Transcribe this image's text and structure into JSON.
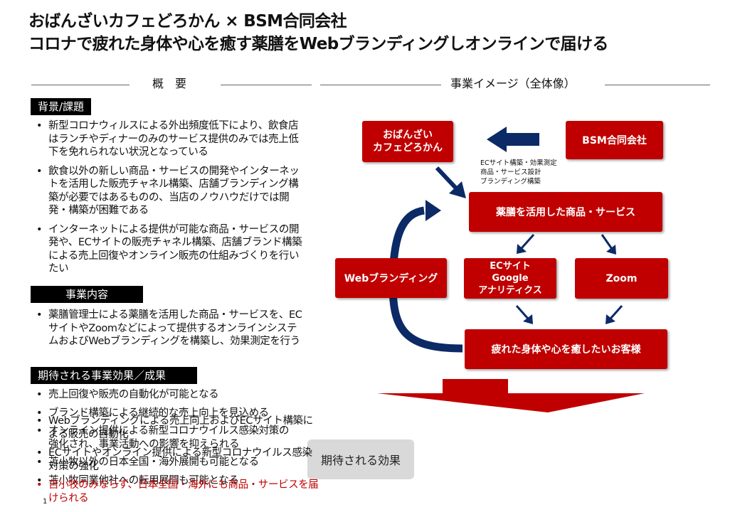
{
  "title": {
    "line1": "おばんざいカフェどろかん × BSM合同会社",
    "line2": "コロナで疲れた身体や心を癒す薬膳をWebブランディングしオンラインで届ける"
  },
  "headers": {
    "overview": "概　要",
    "business_image": "事業イメージ（全体像）"
  },
  "left": {
    "background": {
      "label": "背景/課題",
      "bullets": [
        "新型コロナウィルスによる外出頻度低下により、飲食店はランチやディナーのみのサービス提供のみでは売上低下を免れられない状況となっている",
        "飲食以外の新しい商品・サービスの開発やインターネットを活用した販売チャネル構築、店舗ブランディング構築が必要ではあるものの、当店のノウハウだけでは開発・構築が困難である",
        "インターネットによる提供が可能な商品・サービスの開発や、ECサイトの販売チャネル構築、店舗ブランド構築による売上回復やオンライン販売の仕組みづくりを行いたい"
      ]
    },
    "content": {
      "label": "事業内容",
      "bullets": [
        "薬膳管理士による薬膳を活用した商品・サービスを、ECサイトやZoomなどによって提供するオンラインシステムおよびWebブランディングを構築し、効果測定を行う"
      ]
    },
    "results": {
      "label": "期待される事業効果／成果",
      "bullets": [
        "売上回復や販売の自動化が可能となる",
        "ブランド構築による継続的な売上向上を見込める",
        "オンライン提供による新型コロナウイルス感染対策の強化され、事業活動への影響を抑えられる",
        "苫小牧以外の日本全国・海外展開も可能となる",
        "苫小牧同業他社への転用展開も可能となる"
      ]
    }
  },
  "diagram": {
    "cafe": [
      "おばんざい",
      "カフェどろかん"
    ],
    "bsm": "BSM合同会社",
    "bsm_notes": [
      "ECサイト構築・効果測定",
      "商品・サービス設計",
      "ブランディング構築"
    ],
    "products": "薬膳を活用した商品・サービス",
    "ec": [
      "ECサイト",
      "Google",
      "アナリティクス"
    ],
    "zoom": "Zoom",
    "web_branding": "Webブランディング",
    "customer": "疲れた身体や心を癒したいお客様"
  },
  "effects": {
    "label": "期待される効果",
    "bullets": [
      "Webブランディングによる売上向上およびECサイト構築による販売の自動化",
      "ECサイトやオンライン提供による新型コロナウイルス感染対策の強化",
      "苫小牧のみならず、日本全国・海外にも商品・サービスを届けられる"
    ]
  },
  "page_number": "1",
  "colors": {
    "box_red": "#c00000",
    "arrow_navy": "#0b2a66",
    "section_black": "#000000",
    "label_gray": "#d9d9d9"
  }
}
